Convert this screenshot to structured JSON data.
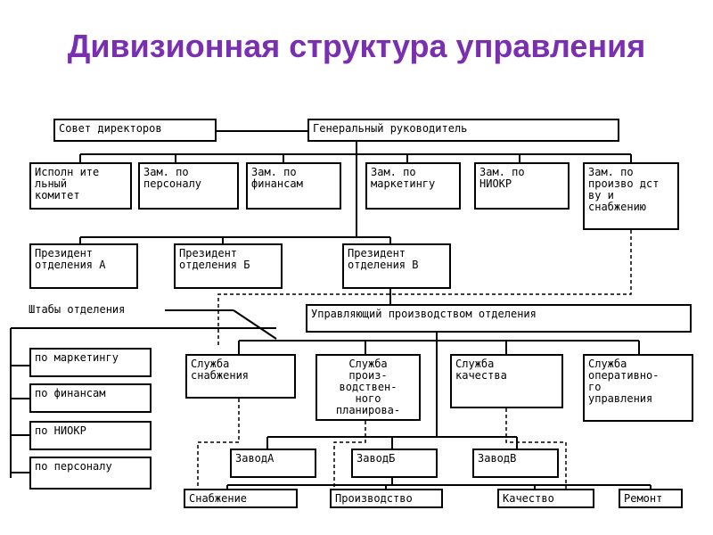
{
  "title": "Дивизионная структура управления",
  "nodes": {
    "board": "Совет директоров",
    "gm": "Генеральный руководитель",
    "exec": "Исполн ите\nльный\nкомитет",
    "dep_personnel": "Зам. по\nперсоналу",
    "dep_finance": "Зам. по\nфинансам",
    "dep_marketing": "Зам. по\nмаркетингу",
    "dep_rnd": "Зам. по\nНИОКР",
    "dep_production": "Зам. по\nпроизво дст\nву и\nснабжению",
    "pres_a": "Президент\nотделения А",
    "pres_b": "Президент\nотделения Б",
    "pres_v": "Президент\nотделения В",
    "division_manager": "Управляющий производством отделения",
    "svc_supply": "Служба\nснабжения",
    "svc_planning": "Служба\nпроиз-\nводствен-\nного\nпланирова-\nния",
    "svc_quality": "Служба\nкачества",
    "svc_operative": "Служба\nоперативно-\nго\nуправления",
    "plant_a": "ЗаводА",
    "plant_b": "ЗаводБ",
    "plant_v": "ЗаводВ",
    "supply": "Снабжение",
    "production": "Производство",
    "quality": "Качество",
    "repair": "Ремонт"
  },
  "staff": {
    "heading": "Штабы отделения",
    "items": [
      "по маркетингу",
      "по финансам",
      "по НИОКР",
      "по персоналу"
    ]
  }
}
